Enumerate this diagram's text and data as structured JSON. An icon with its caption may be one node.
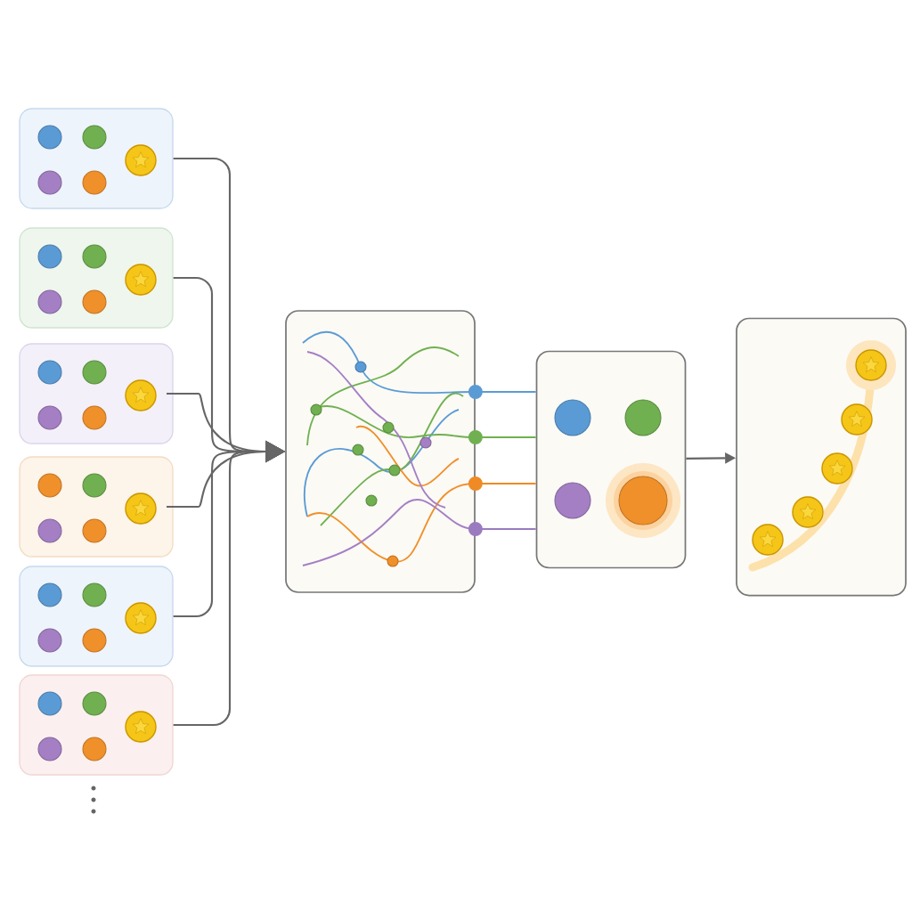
{
  "diagram": {
    "nodes": [
      {
        "text": [],
        "shape": "box"
      },
      {
        "text": [],
        "shape": "box"
      },
      {
        "text": [],
        "shape": "box"
      },
      {
        "text": [],
        "shape": "box"
      },
      {
        "text": [],
        "shape": "box"
      },
      {
        "text": [],
        "shape": "box"
      },
      {
        "text": [],
        "shape": "box"
      },
      {
        "text": [],
        "shape": "box"
      },
      {
        "text": [],
        "shape": "box"
      }
    ],
    "edges": [
      {
        "from": 0,
        "to": 6,
        "arrow": "to"
      },
      {
        "from": 1,
        "to": 6,
        "arrow": "to"
      },
      {
        "from": 2,
        "to": 6,
        "arrow": "to"
      },
      {
        "from": 3,
        "to": 6,
        "arrow": "to"
      },
      {
        "from": 4,
        "to": 6,
        "arrow": "to"
      },
      {
        "from": 5,
        "to": 6,
        "arrow": "to"
      },
      {
        "from": 6,
        "to": 7,
        "arrow": "other",
        "color": "#5b9bd5"
      },
      {
        "from": 6,
        "to": 7,
        "arrow": "other",
        "color": "#70b050"
      },
      {
        "from": 6,
        "to": 7,
        "arrow": "other",
        "color": "#ef8a25"
      },
      {
        "from": 6,
        "to": 7,
        "arrow": "other",
        "color": "#9b7bbf"
      },
      {
        "from": 7,
        "to": 8,
        "arrow": "to"
      }
    ]
  }
}
